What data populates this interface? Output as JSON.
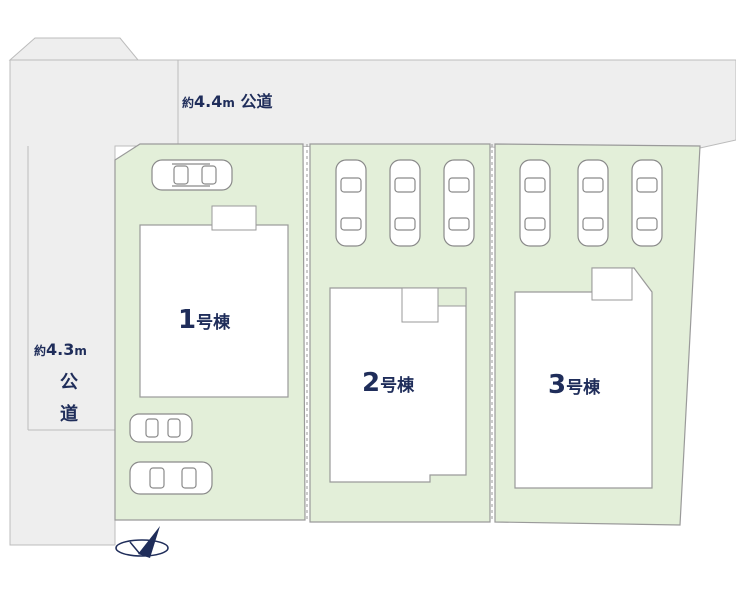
{
  "roads": {
    "top": {
      "prefix": "約",
      "value": "4.4",
      "unit": "m",
      "name": "公道"
    },
    "left": {
      "prefix": "約",
      "value": "4.3",
      "unit": "m",
      "name1": "公",
      "name2": "道"
    }
  },
  "houses": [
    {
      "num": "1",
      "suffix": "号棟"
    },
    {
      "num": "2",
      "suffix": "号棟"
    },
    {
      "num": "3",
      "suffix": "号棟"
    }
  ],
  "colors": {
    "lot": "#e3efd9",
    "road": "#eeeeee",
    "house": "#ffffff",
    "line": "#9a9a9a",
    "text": "#1f2d5a"
  },
  "icons": {
    "compass": "north-arrow-icon",
    "car": "car-icon"
  }
}
